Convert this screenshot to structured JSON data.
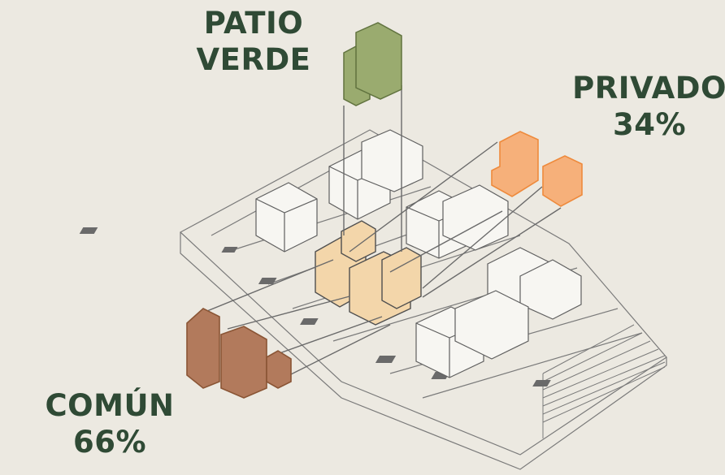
{
  "labels": {
    "patio": {
      "line1": "PATIO",
      "line2": "VERDE"
    },
    "privado": {
      "name": "PRIVADO",
      "percent": "34%"
    },
    "comun": {
      "name": "COMÚN",
      "percent": "66%"
    }
  },
  "colors": {
    "background": "#ece9e1",
    "label_text": "#2f4a35",
    "outline": "#6f6f6f",
    "patio_verde": "#9aab6f",
    "privado": "#f6b07a",
    "comun": "#b27a5c",
    "highlight_block": "#f3d6aa"
  }
}
